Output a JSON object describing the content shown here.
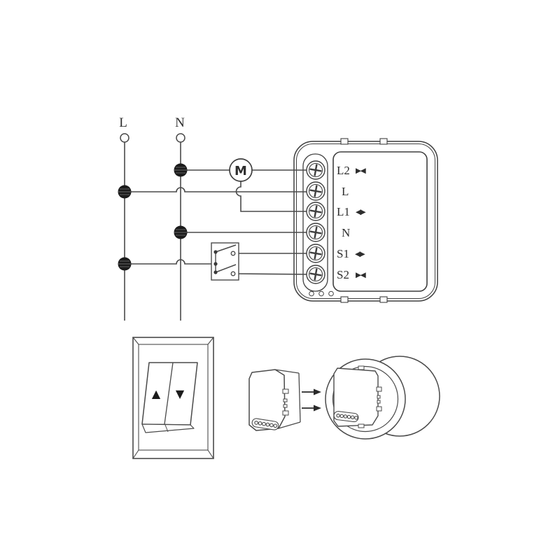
{
  "power": {
    "live_label": "L",
    "neutral_label": "N"
  },
  "motor": {
    "label": "M"
  },
  "module": {
    "terminals": [
      {
        "label": "L2",
        "glyph": "▶◀",
        "icon": "close"
      },
      {
        "label": "L",
        "glyph": "",
        "icon": "none"
      },
      {
        "label": "L1",
        "glyph": "◀▶",
        "icon": "open"
      },
      {
        "label": "N",
        "glyph": "",
        "icon": "none"
      },
      {
        "label": "S1",
        "glyph": "◀▶",
        "icon": "open"
      },
      {
        "label": "S2",
        "glyph": "▶◀",
        "icon": "close"
      }
    ]
  },
  "wall_switch": {
    "up_glyph": "▲",
    "down_glyph": "▼"
  },
  "colors": {
    "line": "#4a4a4a",
    "case": "#3f3f3f",
    "ink": "#2e2e2e",
    "junction": "#1b1b1b",
    "background": "#ffffff"
  }
}
